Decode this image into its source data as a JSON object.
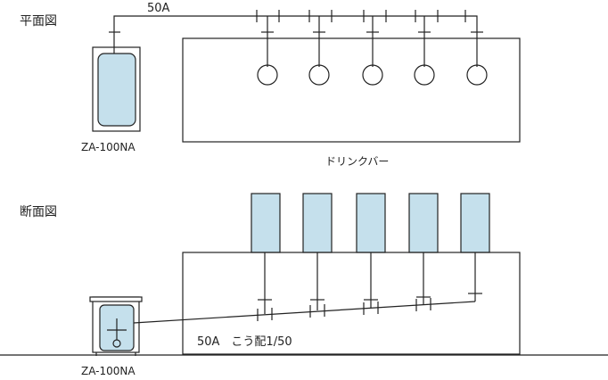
{
  "plan_view": {
    "title": "平面図",
    "pipe_size": "50A",
    "tank_label": "ZA-100NA",
    "counter_label": "ドリンクバー"
  },
  "section_view": {
    "title": "断面図",
    "tank_label": "ZA-100NA",
    "pipe_note": "50A　こう配1/50"
  },
  "colors": {
    "line": "#222222",
    "fill": "#c5e0ec",
    "tank_fill": "#c5e0ec"
  }
}
